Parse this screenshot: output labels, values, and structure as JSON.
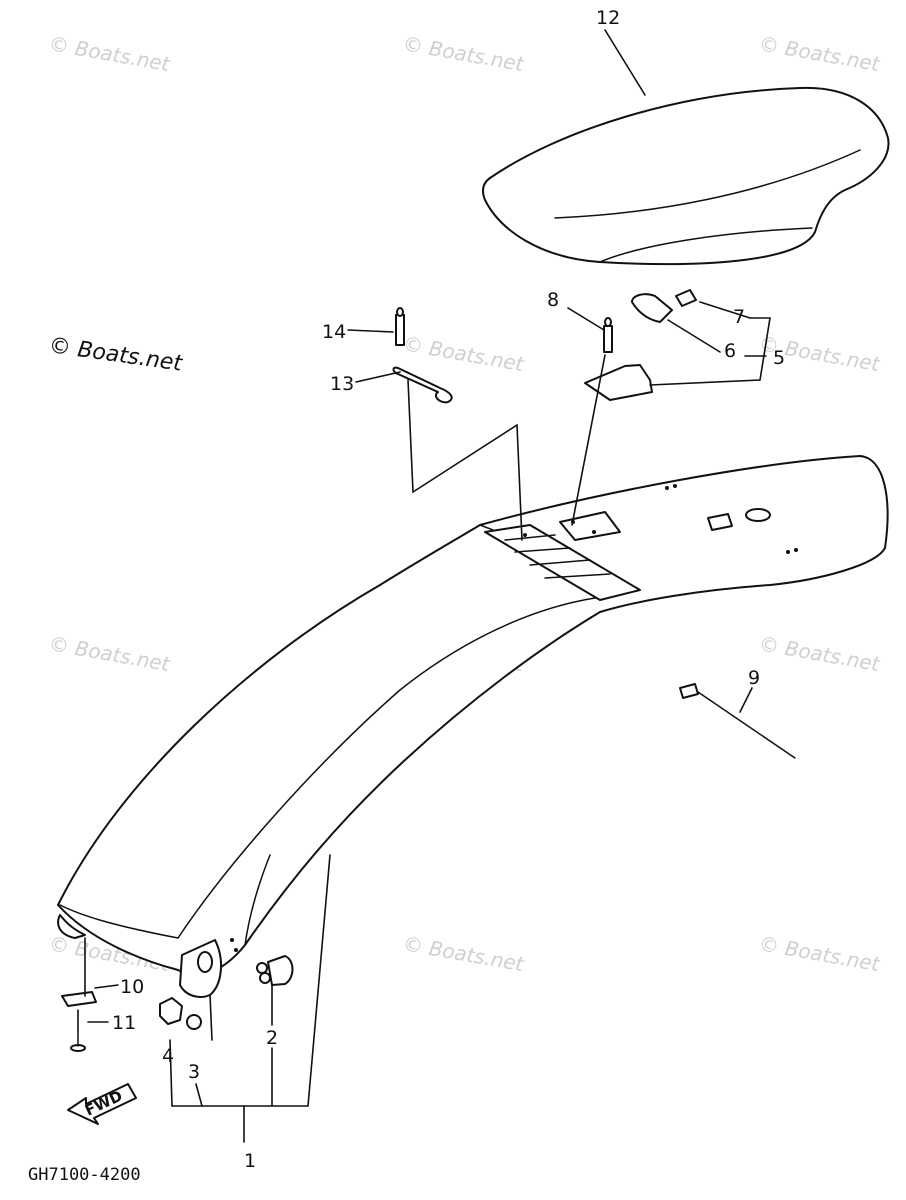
{
  "watermark": {
    "text": "© Boats.net",
    "label_text": "© Boats.net"
  },
  "drawing_code": "GH7100-4200",
  "direction_arrow": "FWD",
  "callouts": [
    "1",
    "2",
    "3",
    "4",
    "5",
    "6",
    "7",
    "8",
    "9",
    "10",
    "11",
    "12",
    "13",
    "14"
  ]
}
